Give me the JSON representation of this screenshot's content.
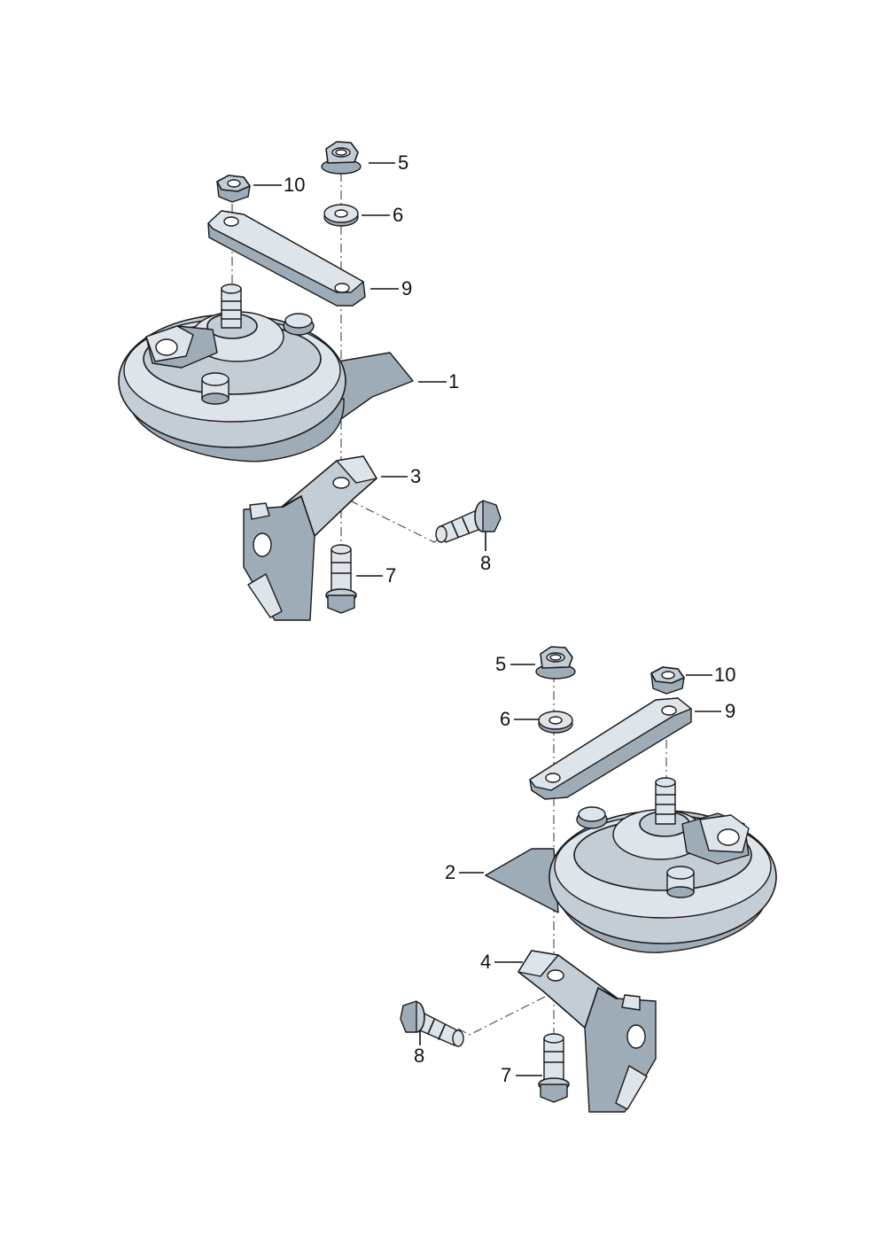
{
  "callouts": {
    "upper": {
      "n1": "1",
      "n3": "3",
      "n5": "5",
      "n6": "6",
      "n7": "7",
      "n8": "8",
      "n9": "9",
      "n10": "10"
    },
    "lower": {
      "n2": "2",
      "n4": "4",
      "n5": "5",
      "n6": "6",
      "n7": "7",
      "n8": "8",
      "n9": "9",
      "n10": "10"
    }
  }
}
